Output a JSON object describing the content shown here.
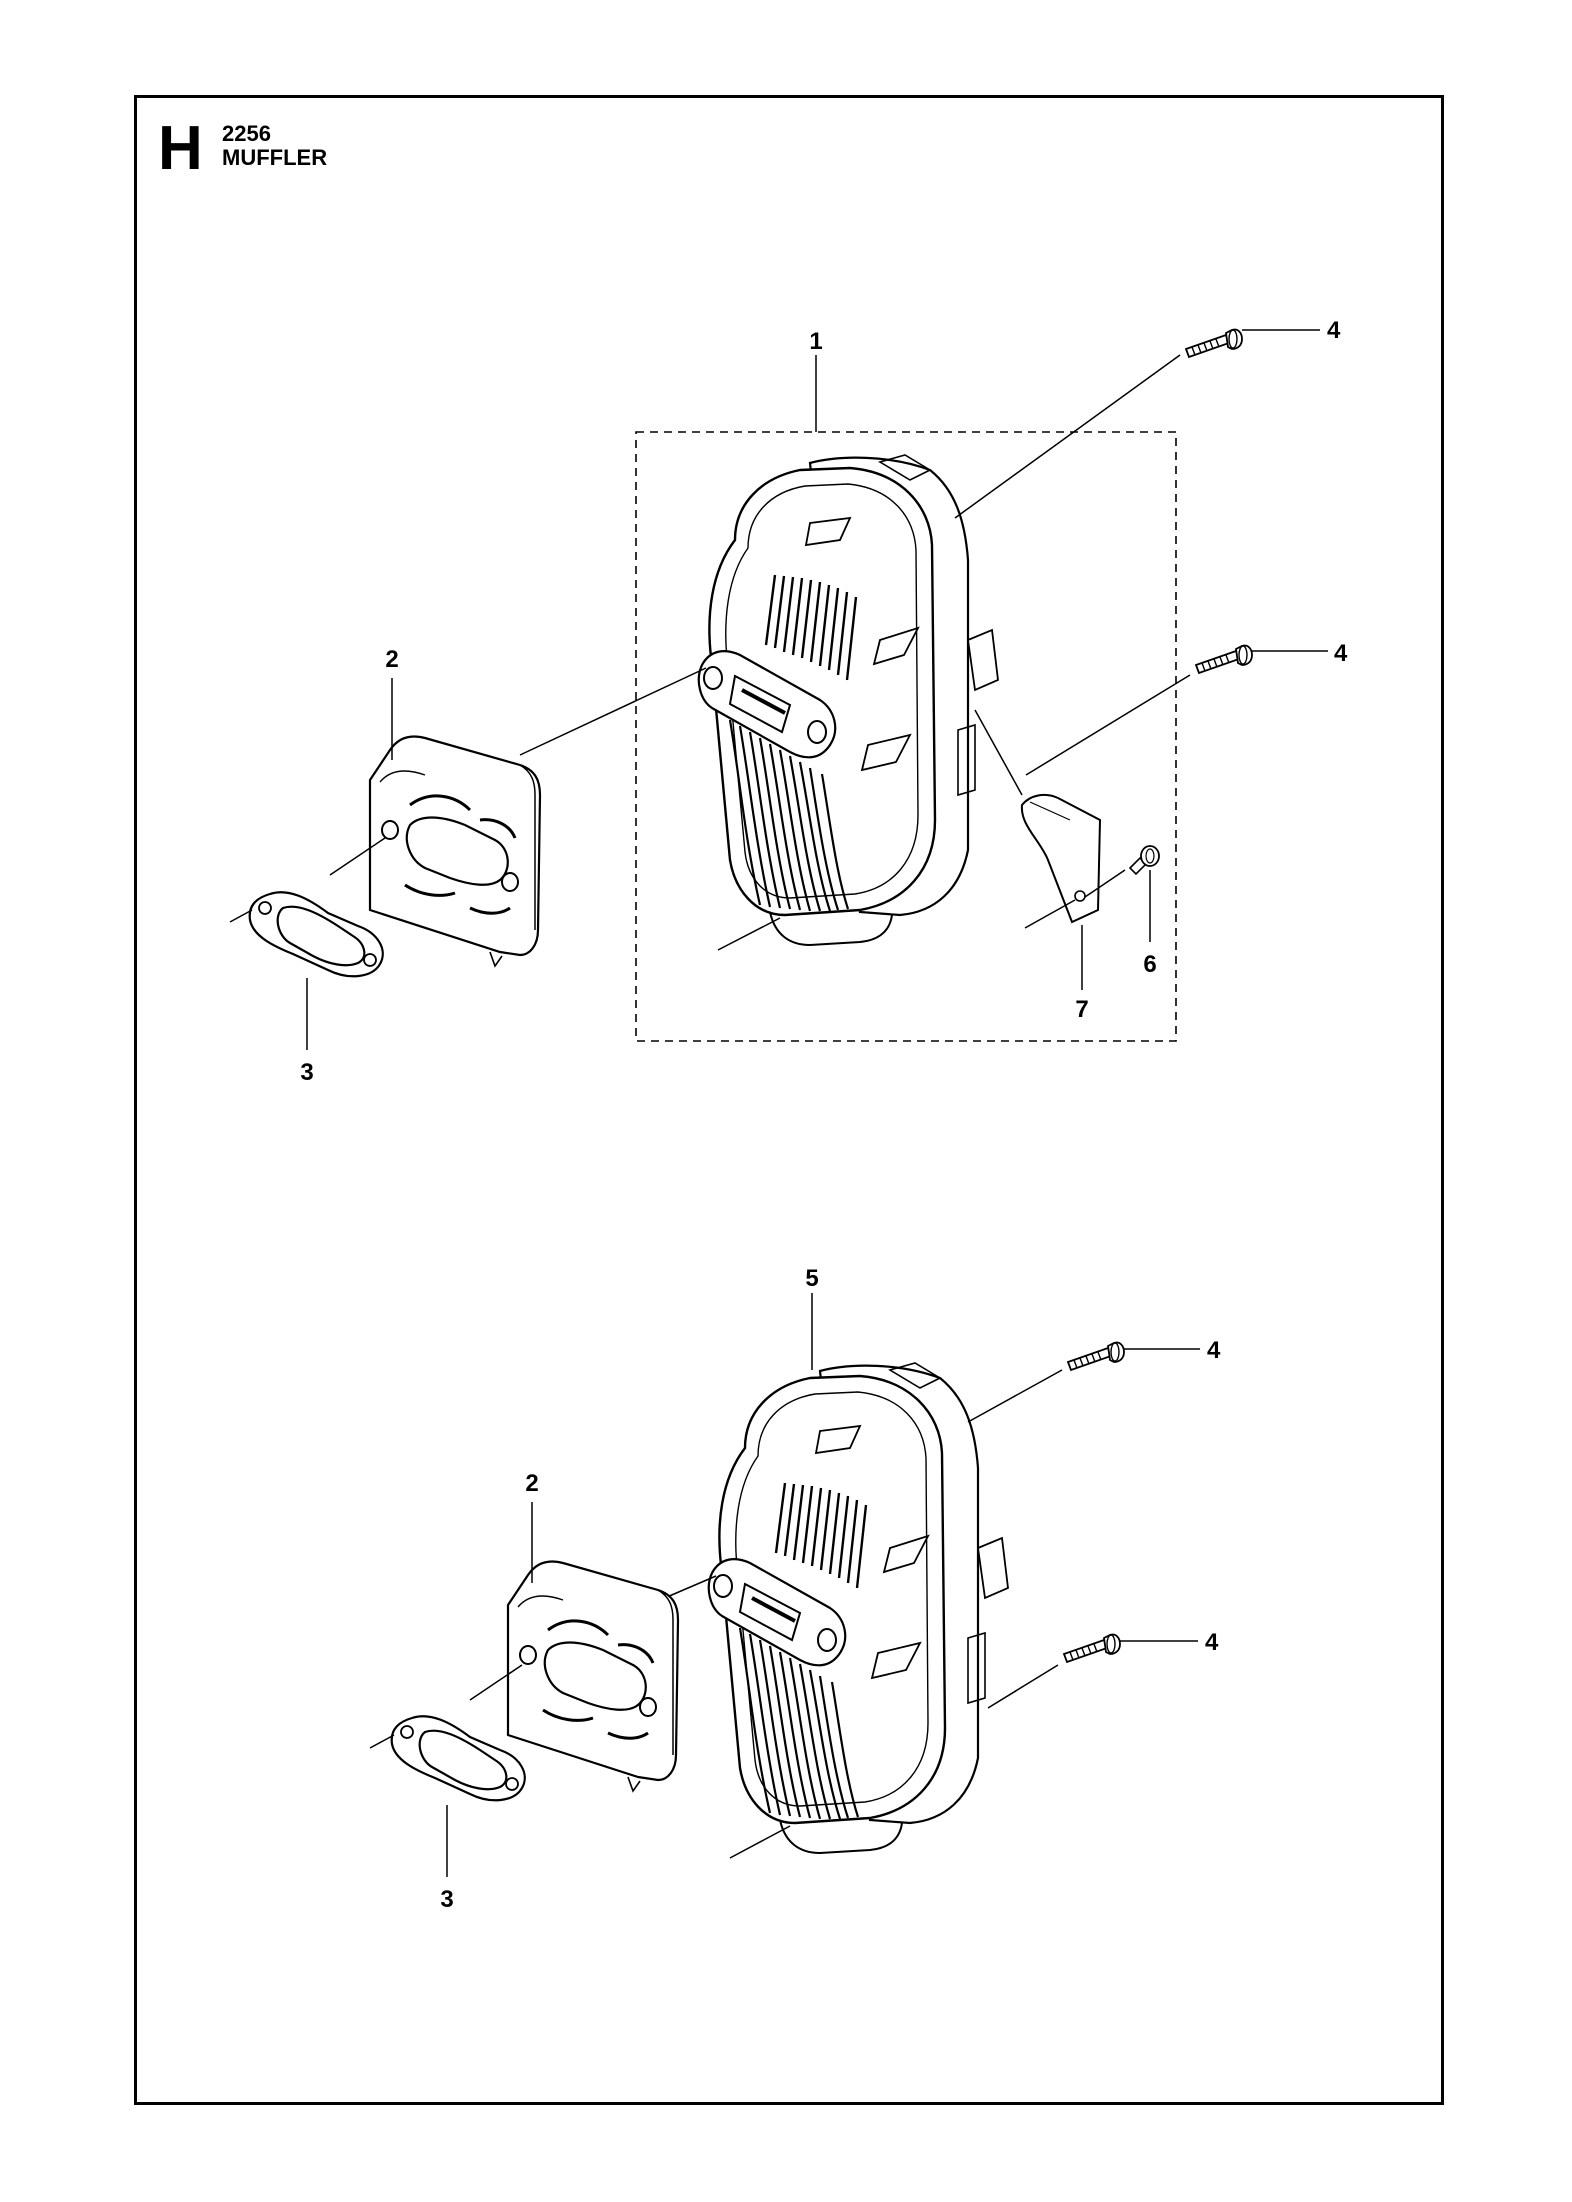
{
  "header": {
    "section_letter": "H",
    "model": "2256",
    "title": "MUFFLER"
  },
  "callouts": {
    "upper": {
      "muffler_assembly": "1",
      "bolt_top": "4",
      "bolt_mid": "4",
      "cooling_plate": "2",
      "gasket": "3",
      "screw": "6",
      "deflector": "7"
    },
    "lower": {
      "muffler": "5",
      "bolt_top": "4",
      "bolt_bottom": "4",
      "cooling_plate": "2",
      "gasket": "3"
    }
  }
}
